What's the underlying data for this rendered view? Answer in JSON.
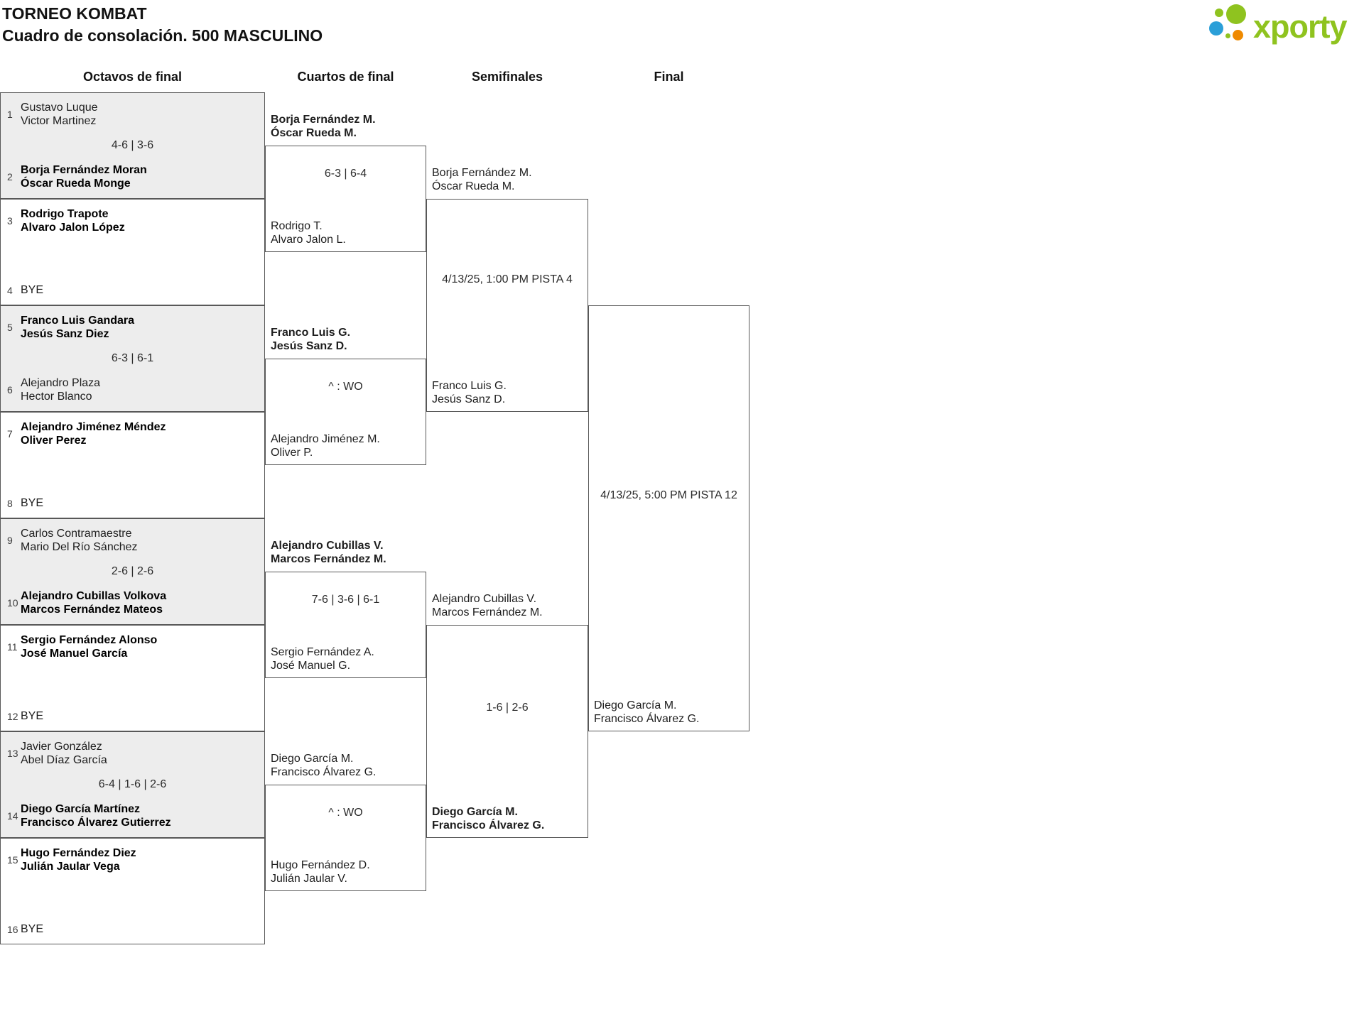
{
  "header": {
    "title": "TORNEO KOMBAT",
    "subtitle": "Cuadro de consolación. 500 MASCULINO",
    "logo_text": "xporty"
  },
  "rounds": {
    "octavos_label": "Octavos de final",
    "cuartos_label": "Cuartos de final",
    "semifinales_label": "Semifinales",
    "final_label": "Final"
  },
  "colors": {
    "logo_green": "#8FC31F",
    "logo_blue": "#2B9FD8",
    "logo_orange": "#EF8A00",
    "bracket_line": "#585858",
    "shaded_match": "#ededed"
  },
  "octavos": {
    "matches": [
      {
        "seed_top": "1",
        "top1": "Gustavo Luque",
        "top2": "Victor Martinez",
        "score": "4-6 | 3-6",
        "seed_bottom": "2",
        "bottom1": "Borja Fernández Moran",
        "bottom2": "Óscar Rueda Monge"
      },
      {
        "seed_top": "3",
        "top1": "Rodrigo Trapote",
        "top2": "Alvaro Jalon López",
        "score": "",
        "seed_bottom": "4",
        "bottom1": "BYE",
        "bottom2": ""
      },
      {
        "seed_top": "5",
        "top1": "Franco Luis Gandara",
        "top2": "Jesús Sanz Diez",
        "score": "6-3 | 6-1",
        "seed_bottom": "6",
        "bottom1": "Alejandro Plaza",
        "bottom2": "Hector Blanco"
      },
      {
        "seed_top": "7",
        "top1": "Alejandro Jiménez Méndez",
        "top2": "Oliver Perez",
        "score": "",
        "seed_bottom": "8",
        "bottom1": "BYE",
        "bottom2": ""
      },
      {
        "seed_top": "9",
        "top1": "Carlos Contramaestre",
        "top2": "Mario Del Río Sánchez",
        "score": "2-6 | 2-6",
        "seed_bottom": "10",
        "bottom1": "Alejandro Cubillas Volkova",
        "bottom2": "Marcos Fernández Mateos"
      },
      {
        "seed_top": "11",
        "top1": "Sergio Fernández Alonso",
        "top2": "José Manuel García",
        "score": "",
        "seed_bottom": "12",
        "bottom1": "BYE",
        "bottom2": ""
      },
      {
        "seed_top": "13",
        "top1": "Javier González",
        "top2": "Abel Díaz García",
        "score": "6-4 | 1-6 | 2-6",
        "seed_bottom": "14",
        "bottom1": "Diego García Martínez",
        "bottom2": "Francisco Álvarez Gutierrez"
      },
      {
        "seed_top": "15",
        "top1": "Hugo Fernández Diez",
        "top2": "Julián Jaular Vega",
        "score": "",
        "seed_bottom": "16",
        "bottom1": "BYE",
        "bottom2": ""
      }
    ]
  },
  "cuartos": {
    "matches": [
      {
        "top1": "Borja Fernández M.",
        "top2": "Óscar Rueda M.",
        "center": "6-3 | 6-4",
        "bottom1": "Rodrigo T.",
        "bottom2": "Alvaro Jalon L."
      },
      {
        "top1": "Franco Luis G.",
        "top2": "Jesús Sanz D.",
        "center": "^ : WO",
        "bottom1": "Alejandro Jiménez M.",
        "bottom2": "Oliver P."
      },
      {
        "top1": "Alejandro Cubillas V.",
        "top2": "Marcos Fernández M.",
        "center": "7-6 | 3-6 | 6-1",
        "bottom1": "Sergio Fernández A.",
        "bottom2": "José Manuel G."
      },
      {
        "top1": "Diego García M.",
        "top2": "Francisco Álvarez G.",
        "center": "^ : WO",
        "bottom1": "Hugo Fernández D.",
        "bottom2": "Julián Jaular V."
      }
    ]
  },
  "semifinales": {
    "matches": [
      {
        "top1": "Borja Fernández M.",
        "top2": "Óscar Rueda M.",
        "center": "4/13/25, 1:00 PM PISTA 4",
        "bottom1": "Franco Luis G.",
        "bottom2": "Jesús Sanz D."
      },
      {
        "top1": "Alejandro Cubillas V.",
        "top2": "Marcos Fernández M.",
        "center": "1-6 | 2-6",
        "bottom1": "Diego García M.",
        "bottom2": "Francisco Álvarez G."
      }
    ]
  },
  "final": {
    "center": "4/13/25, 5:00 PM PISTA 12",
    "bottom1": "Diego García M.",
    "bottom2": "Francisco Álvarez G."
  }
}
